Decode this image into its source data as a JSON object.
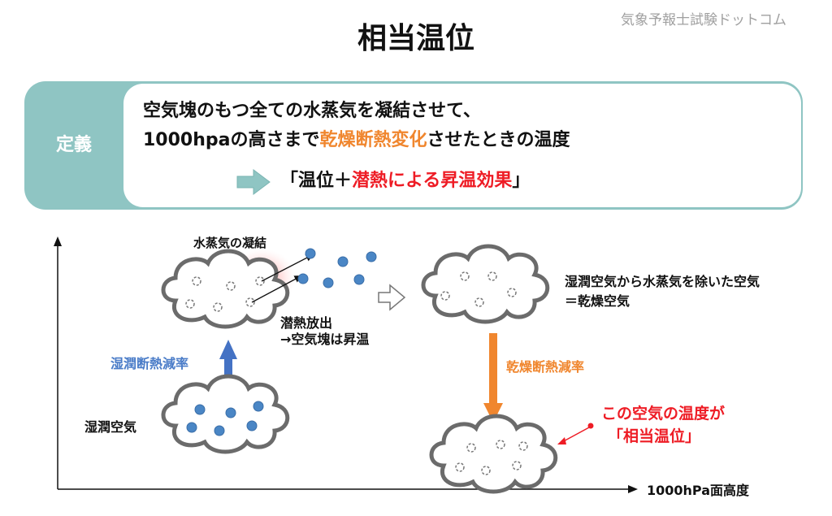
{
  "header": {
    "title": "相当温位",
    "site": "気象予報士試験ドットコム"
  },
  "definition": {
    "label": "定義",
    "line1": "空気塊のもつ全ての水蒸気を凝結させて、",
    "line2_pre": "1000hpaの高さまで",
    "line2_highlight": "乾燥断熱変化",
    "line2_post": "させたときの温度",
    "line3_pre": "「温位＋",
    "line3_highlight": "潜熱による昇温効果",
    "line3_post": "」"
  },
  "diagram": {
    "condensation_label": "水蒸気の凝結",
    "latent_line1": "潜熱放出",
    "latent_line2": "→空気塊は昇温",
    "moist_rate": "湿潤断熱減率",
    "moist_air": "湿潤空気",
    "dry_air_line1": "湿潤空気から水蒸気を除いた空気",
    "dry_air_line2": "＝乾燥空気",
    "dry_rate": "乾燥断熱減率",
    "annotation_line1": "この空気の温度が",
    "annotation_line2": "「相当温位」",
    "x_axis_label": "1000hPa面高度"
  },
  "colors": {
    "panel_teal": "#8fc5c3",
    "orange": "#f0862e",
    "red": "#ee1c25",
    "blue_arrow": "#4472c4",
    "droplet": "#4a86c5"
  }
}
